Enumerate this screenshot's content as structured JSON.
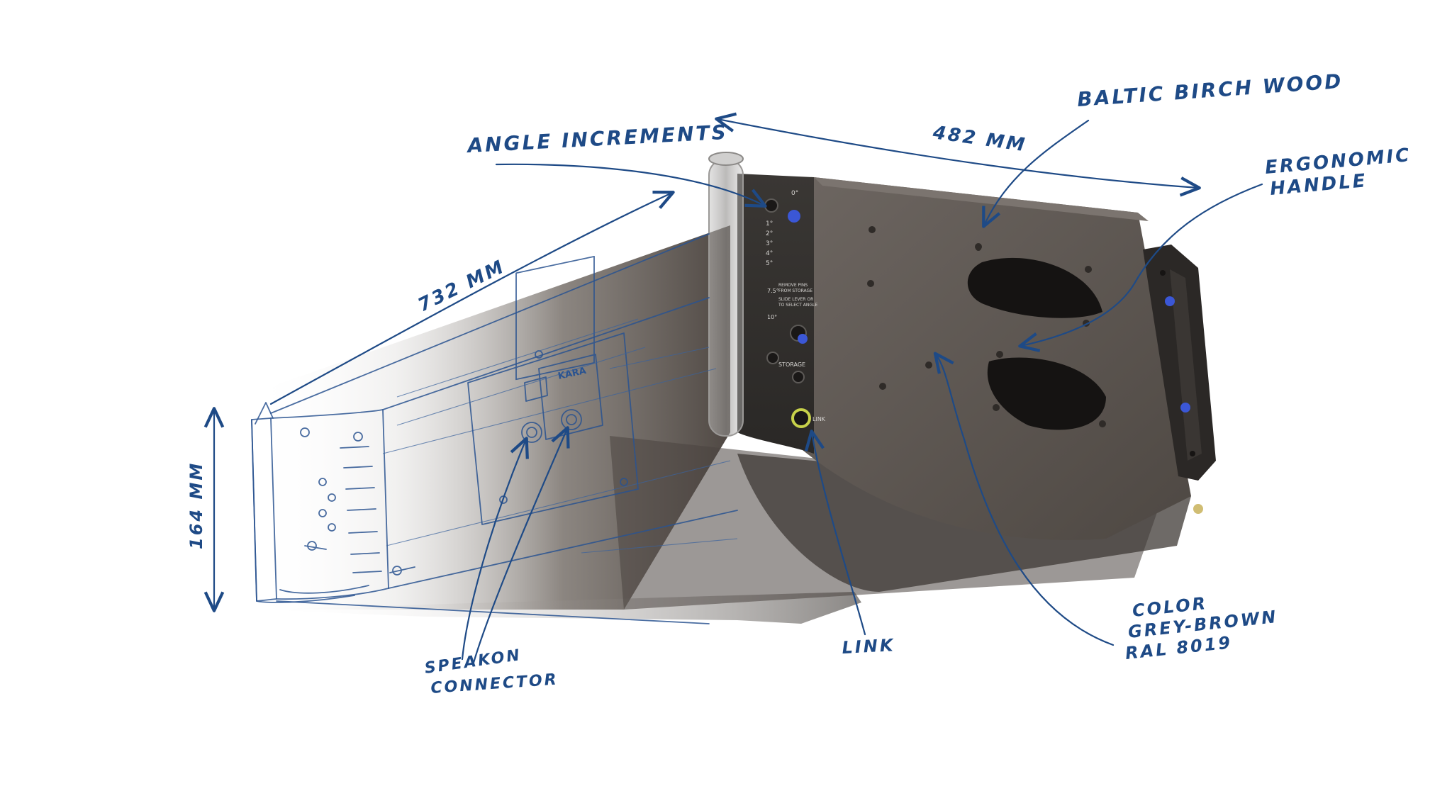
{
  "labels": {
    "angle_increments": "ANGLE INCREMENTS",
    "baltic_birch_wood": "BALTIC BIRCH WOOD",
    "width_dimension": "482 MM",
    "ergonomic_handle_line1": "ERGONOMIC",
    "ergonomic_handle_line2": "HANDLE",
    "depth_dimension": "732 MM",
    "height_dimension": "164 MM",
    "speakon_line1": "SPEAKON",
    "speakon_line2": "CONNECTOR",
    "link": "LINK",
    "color_line1": "COLOR",
    "color_line2": "GREY-BROWN",
    "color_line3": "RAL 8019"
  },
  "panel": {
    "brand_badge": "KARA",
    "link_tag": "LINK",
    "storage_tag": "STORAGE",
    "angle_marks": [
      "0°",
      "1°",
      "2°",
      "3°",
      "4°",
      "5°",
      "7.5°",
      "10°"
    ],
    "panel_text_line1": "REMOVE PINS",
    "panel_text_line2": "FROM STORAGE",
    "panel_text_line3": "SLIDE LEVER OR",
    "panel_text_line4": "TO SELECT ANGLE"
  },
  "colors": {
    "ink": "#1e4a86",
    "cabinet": "#5f5853",
    "cabinet_dark": "#3e3935",
    "accent_blue": "#3b57d6",
    "link_ring": "#c8d24a"
  }
}
